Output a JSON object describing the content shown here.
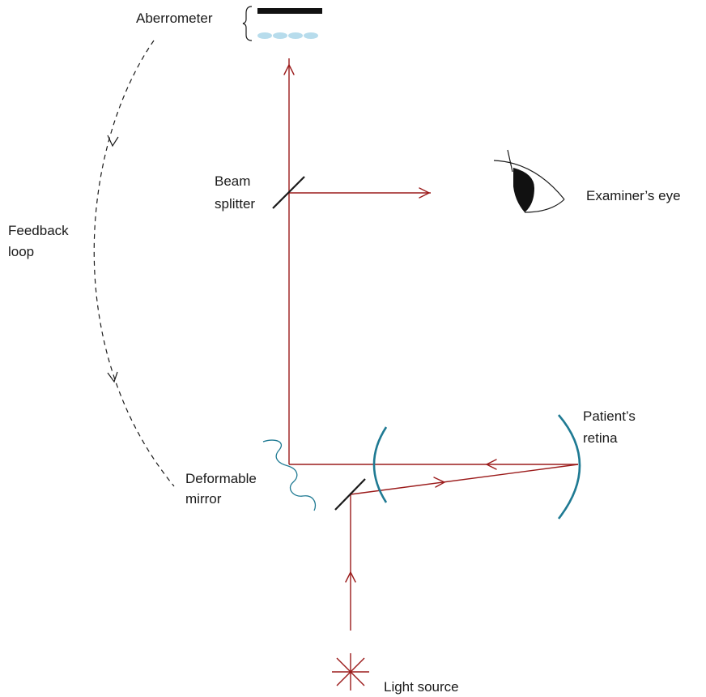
{
  "labels": {
    "aberrometer": "Aberrometer",
    "beam_splitter_line1": "Beam",
    "beam_splitter_line2": "splitter",
    "examiners_eye": "Examiner’s eye",
    "feedback_line1": "Feedback",
    "feedback_line2": "loop",
    "deformable_line1": "Deformable",
    "deformable_line2": "mirror",
    "patient_line1": "Patient’s",
    "patient_line2": "retina",
    "light_source": "Light source"
  },
  "colors": {
    "ray": "#9b1b1b",
    "optics_blue": "#1f7a93",
    "lenslet_fill": "#b7dcec",
    "ink": "#1a1a1a"
  }
}
